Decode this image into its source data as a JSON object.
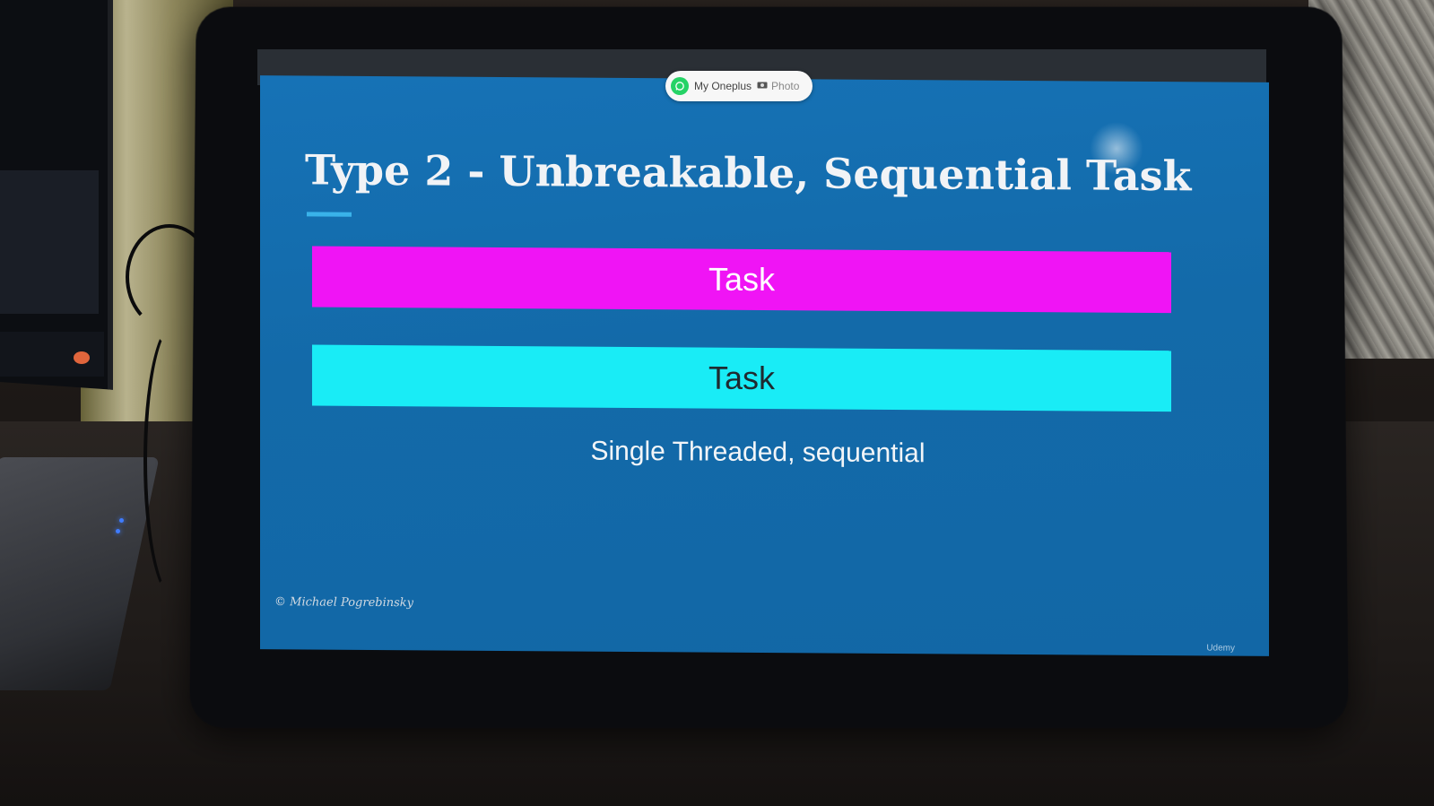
{
  "notification": {
    "app_icon": "whatsapp-icon",
    "sender": "My Oneplus",
    "media_icon": "camera-icon",
    "media_label": "Photo"
  },
  "slide": {
    "title": "Type 2 - Unbreakable, Sequential Task",
    "tasks": [
      {
        "label": "Task",
        "color": "#f014f5"
      },
      {
        "label": "Task",
        "color": "#19ecf6"
      }
    ],
    "caption": "Single Threaded, sequential",
    "copyright": "© Michael Pogrebinsky",
    "brand_mark": "Udemy"
  },
  "colors": {
    "slide_background": "#1470b3",
    "title_underline": "#39b2ea"
  }
}
